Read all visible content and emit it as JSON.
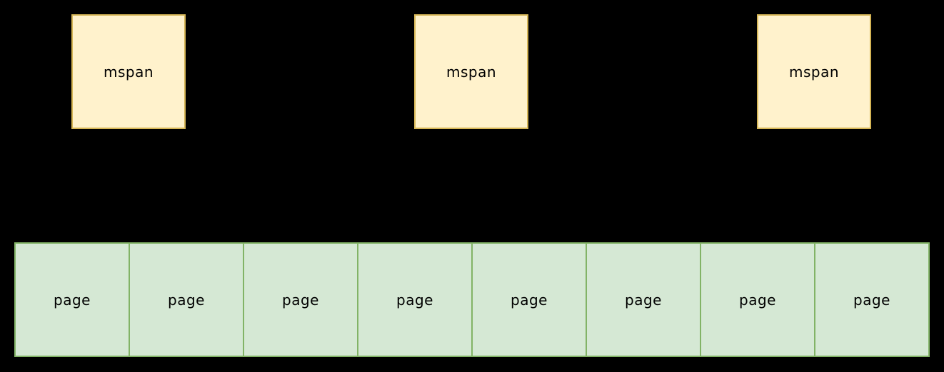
{
  "diagram": {
    "background_color": "#000000",
    "colors": {
      "mspan_fill": "#fff2cc",
      "mspan_border": "#d6b656",
      "page_fill": "#d5e8d4",
      "page_border": "#82b366",
      "text": "#000000"
    },
    "mspan_boxes": [
      {
        "label": "mspan"
      },
      {
        "label": "mspan"
      },
      {
        "label": "mspan"
      }
    ],
    "page_cells": [
      {
        "label": "page"
      },
      {
        "label": "page"
      },
      {
        "label": "page"
      },
      {
        "label": "page"
      },
      {
        "label": "page"
      },
      {
        "label": "page"
      },
      {
        "label": "page"
      },
      {
        "label": "page"
      }
    ]
  }
}
